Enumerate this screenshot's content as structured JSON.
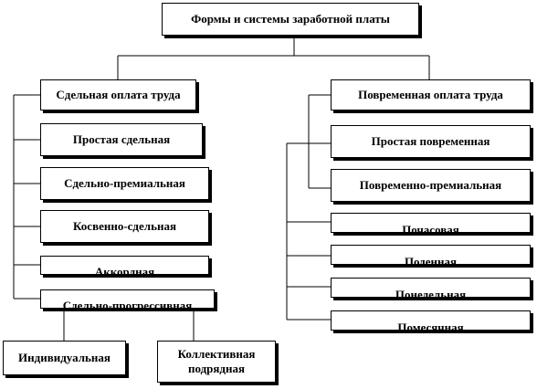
{
  "root": {
    "label": "Формы и системы заработной платы"
  },
  "piece": {
    "title": "Сдельная оплата труда",
    "items": [
      "Простая сдельная",
      "Сдельно-премиальная",
      "Косвенно-сдельная",
      "Аккордная",
      "Сдельно-прогрессивная"
    ],
    "subitems": [
      "Индивидуальная",
      "Коллективная подрядная"
    ]
  },
  "time": {
    "title": "Повременная оплата труда",
    "items": [
      "Простая повременная",
      "Повременно-премиальная",
      "Почасовая",
      "Поденная",
      "Понедельная",
      "Помесячная"
    ]
  }
}
